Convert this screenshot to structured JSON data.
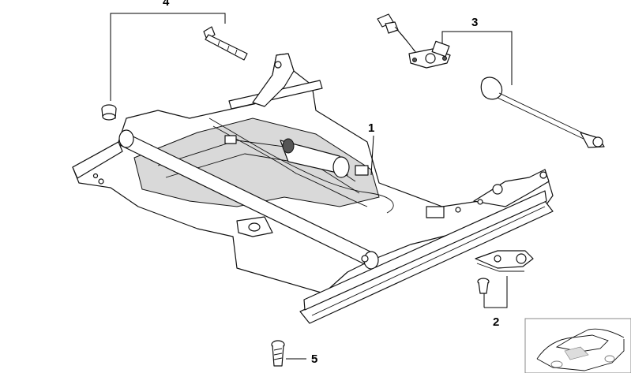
{
  "diagram": {
    "callouts": [
      {
        "id": "c1",
        "label": "1"
      },
      {
        "id": "c2",
        "label": "2"
      },
      {
        "id": "c3",
        "label": "3"
      },
      {
        "id": "c4",
        "label": "4"
      },
      {
        "id": "c5",
        "label": "5"
      }
    ],
    "thumbnail": {
      "icon": "car-outline-icon"
    }
  }
}
